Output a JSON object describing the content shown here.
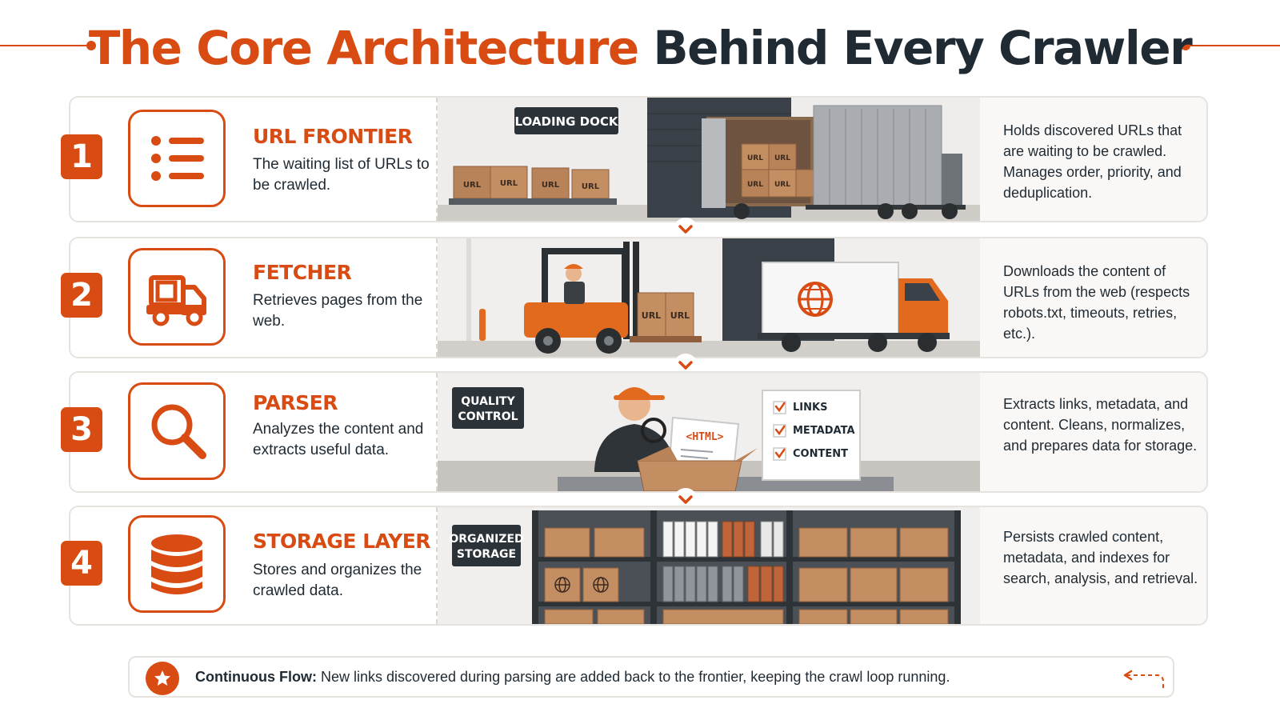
{
  "title": {
    "part1": "The Core Architecture",
    "part2": "Behind Every Crawler"
  },
  "colors": {
    "accent": "#d84b12",
    "dark": "#1f2a33",
    "panel": "#faf8f6"
  },
  "steps": [
    {
      "number": "1",
      "icon": "list-icon",
      "title": "URL FRONTIER",
      "subtitle": "The waiting list of URLs to be crawled.",
      "description": "Holds discovered URLs that are waiting to be crawled. Manages order, priority, and deduplication.",
      "scene_sign": "LOADING DOCK",
      "box_label": "URL"
    },
    {
      "number": "2",
      "icon": "truck-icon",
      "title": "FETCHER",
      "subtitle": "Retrieves pages from the web.",
      "description": "Downloads the content of URLs from the web (respects robots.txt, timeouts, retries, etc.).",
      "box_label": "URL"
    },
    {
      "number": "3",
      "icon": "magnifier-icon",
      "title": "PARSER",
      "subtitle": "Analyzes the content and extracts useful data.",
      "description": "Extracts links, metadata, and content. Cleans, normalizes, and prepares data for storage.",
      "scene_sign_line1": "QUALITY",
      "scene_sign_line2": "CONTROL",
      "doc_label": "<HTML>",
      "checklist": [
        "LINKS",
        "METADATA",
        "CONTENT"
      ]
    },
    {
      "number": "4",
      "icon": "database-icon",
      "title": "STORAGE LAYER",
      "subtitle": "Stores and organizes the crawled data.",
      "description": "Persists crawled content, metadata, and indexes for search, analysis, and retrieval.",
      "scene_sign_line1": "ORGANIZED",
      "scene_sign_line2": "STORAGE"
    }
  ],
  "footer": {
    "label": "Continuous Flow:",
    "text": "New links discovered during parsing are added back to the frontier, keeping the crawl loop running."
  }
}
